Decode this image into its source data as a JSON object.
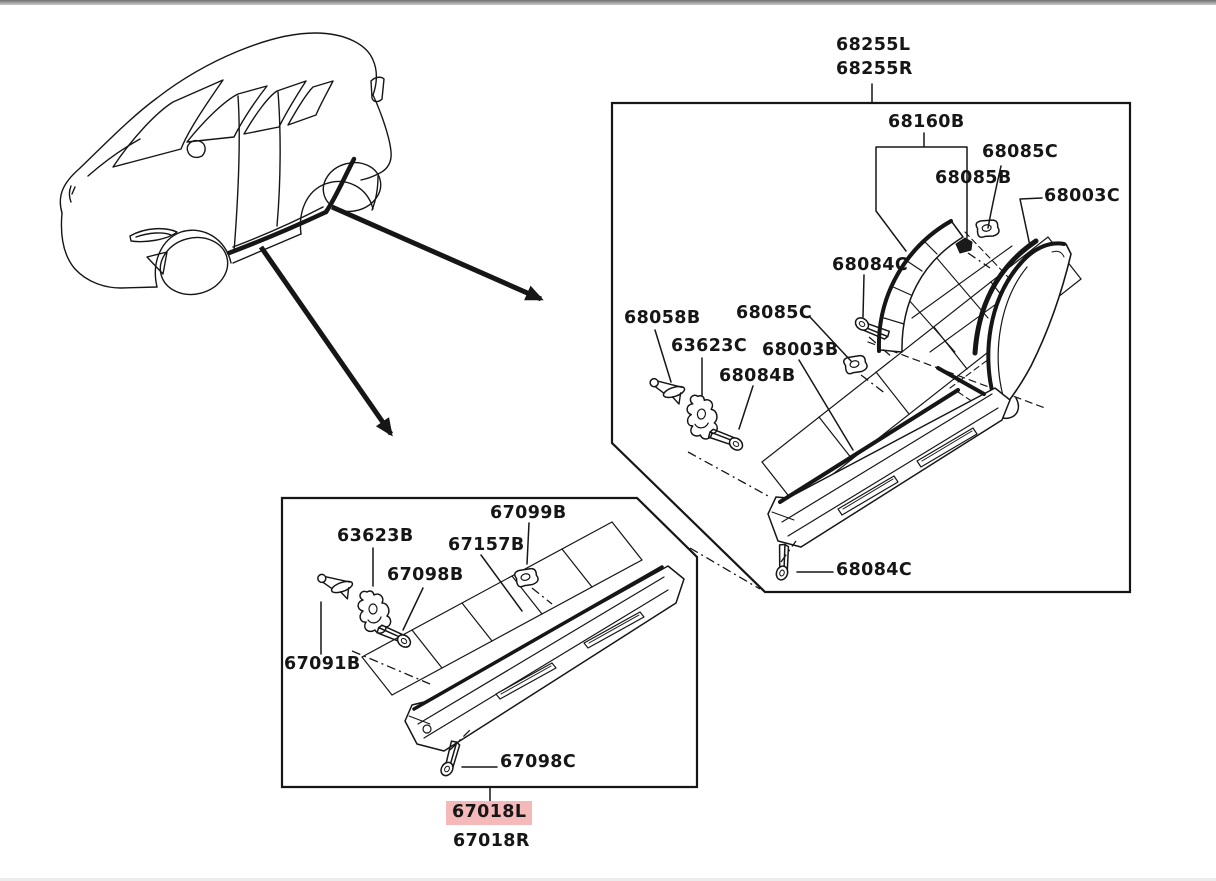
{
  "page": {
    "title": "Body side molding parts diagram",
    "top_bar_color": "#8f8f8f",
    "background": "#ffffff"
  },
  "colors": {
    "line": "#161616",
    "highlight": "#f5b9b9",
    "highlight_text": "#1a1a1a"
  },
  "selected_part": "67018L",
  "callouts": {
    "c68255L": "68255L",
    "c68255R": "68255R",
    "c68160B": "68160B",
    "c68085C_top": "68085C",
    "c68085B": "68085B",
    "c68003C": "68003C",
    "c68084C_top": "68084C",
    "c68058B": "68058B",
    "c68085C_mid": "68085C",
    "c63623C": "63623C",
    "c68003B": "68003B",
    "c68084B": "68084B",
    "c68084C_bot": "68084C",
    "c67099B": "67099B",
    "c63623B": "63623B",
    "c67157B": "67157B",
    "c67098B": "67098B",
    "c67091B": "67091B",
    "c67098C": "67098C",
    "c67018L": "67018L",
    "c67018R": "67018R"
  }
}
